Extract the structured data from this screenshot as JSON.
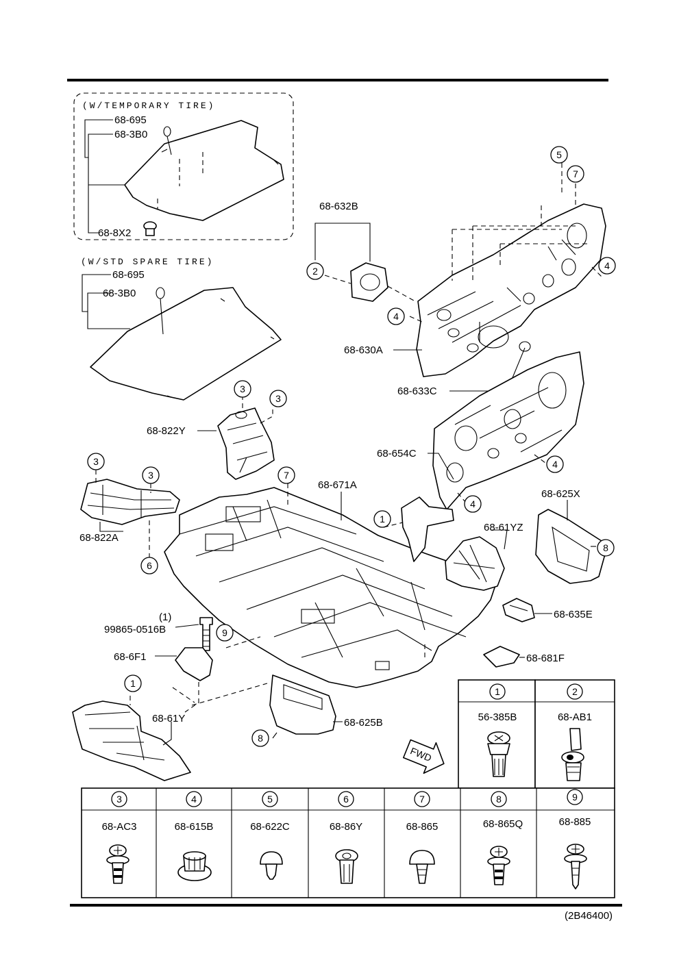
{
  "inset_temporary": {
    "header": "(W/TEMPORARY TIRE)",
    "labels": [
      "68-695",
      "68-3B0",
      "68-8X2"
    ]
  },
  "inset_std": {
    "header": "(W/STD SPARE TIRE)",
    "labels": [
      "68-695",
      "68-3B0"
    ]
  },
  "callouts": [
    {
      "id": "c_632b",
      "text": "68-632B"
    },
    {
      "id": "c_630a",
      "text": "68-630A"
    },
    {
      "id": "c_633c",
      "text": "68-633C"
    },
    {
      "id": "c_654c",
      "text": "68-654C"
    },
    {
      "id": "c_822y",
      "text": "68-822Y"
    },
    {
      "id": "c_822a",
      "text": "68-822A"
    },
    {
      "id": "c_671a",
      "text": "68-671A"
    },
    {
      "id": "c_625x",
      "text": "68-625X"
    },
    {
      "id": "c_61yz",
      "text": "68-61YZ"
    },
    {
      "id": "c_635e",
      "text": "68-635E"
    },
    {
      "id": "c_681f",
      "text": "68-681F"
    },
    {
      "id": "c_bolt_qty",
      "text": "(1)"
    },
    {
      "id": "c_bolt",
      "text": "99865-0516B"
    },
    {
      "id": "c_6f1",
      "text": "68-6F1"
    },
    {
      "id": "c_61y",
      "text": "68-61Y"
    },
    {
      "id": "c_625b",
      "text": "68-625B"
    }
  ],
  "fwd_label": "FWD",
  "index_numbers": [
    "1",
    "2",
    "3",
    "4",
    "5",
    "6",
    "7",
    "8",
    "9"
  ],
  "fastener_table": {
    "top_row": [
      {
        "num": "1",
        "part": "56-385B"
      },
      {
        "num": "2",
        "part": "68-AB1"
      }
    ],
    "bottom_row": [
      {
        "num": "3",
        "part": "68-AC3"
      },
      {
        "num": "4",
        "part": "68-615B"
      },
      {
        "num": "5",
        "part": "68-622C"
      },
      {
        "num": "6",
        "part": "68-86Y"
      },
      {
        "num": "7",
        "part": "68-865"
      },
      {
        "num": "8",
        "part": "68-865Q"
      },
      {
        "num": "9",
        "part": "68-885"
      }
    ]
  },
  "diagram_code": "(2B46400)"
}
